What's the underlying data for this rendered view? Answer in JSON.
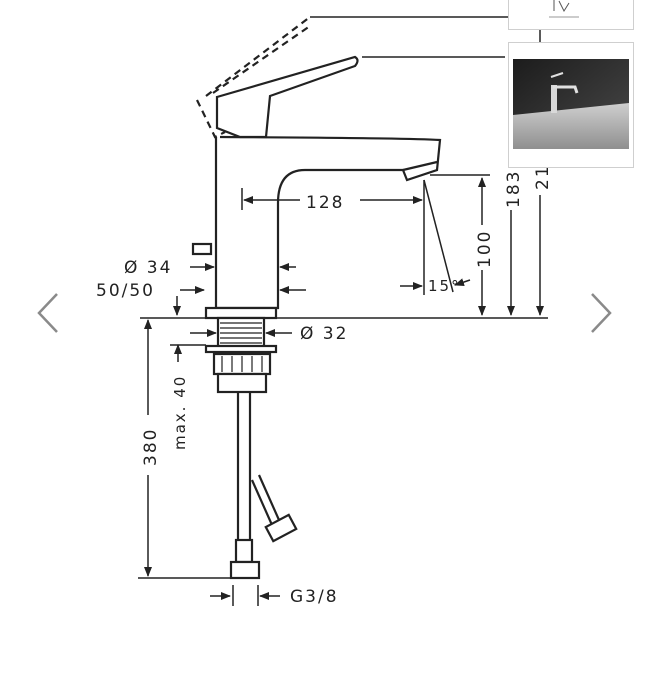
{
  "gallery": {
    "prev_icon": "chevron-left-icon",
    "next_icon": "chevron-right-icon"
  },
  "dimensions": {
    "spout_reach": "128",
    "spout_height": "100",
    "overall_height": "183",
    "total_height_partial": "21",
    "body_diameter": "Ø 34",
    "waste_connection": "50/50",
    "mount_diameter": "Ø 32",
    "spout_angle": "15°",
    "mount_thickness": "max. 40",
    "hose_length": "380",
    "thread": "G3/8"
  },
  "colors": {
    "line": "#222222",
    "arrow_gray": "#8a8a8a"
  }
}
